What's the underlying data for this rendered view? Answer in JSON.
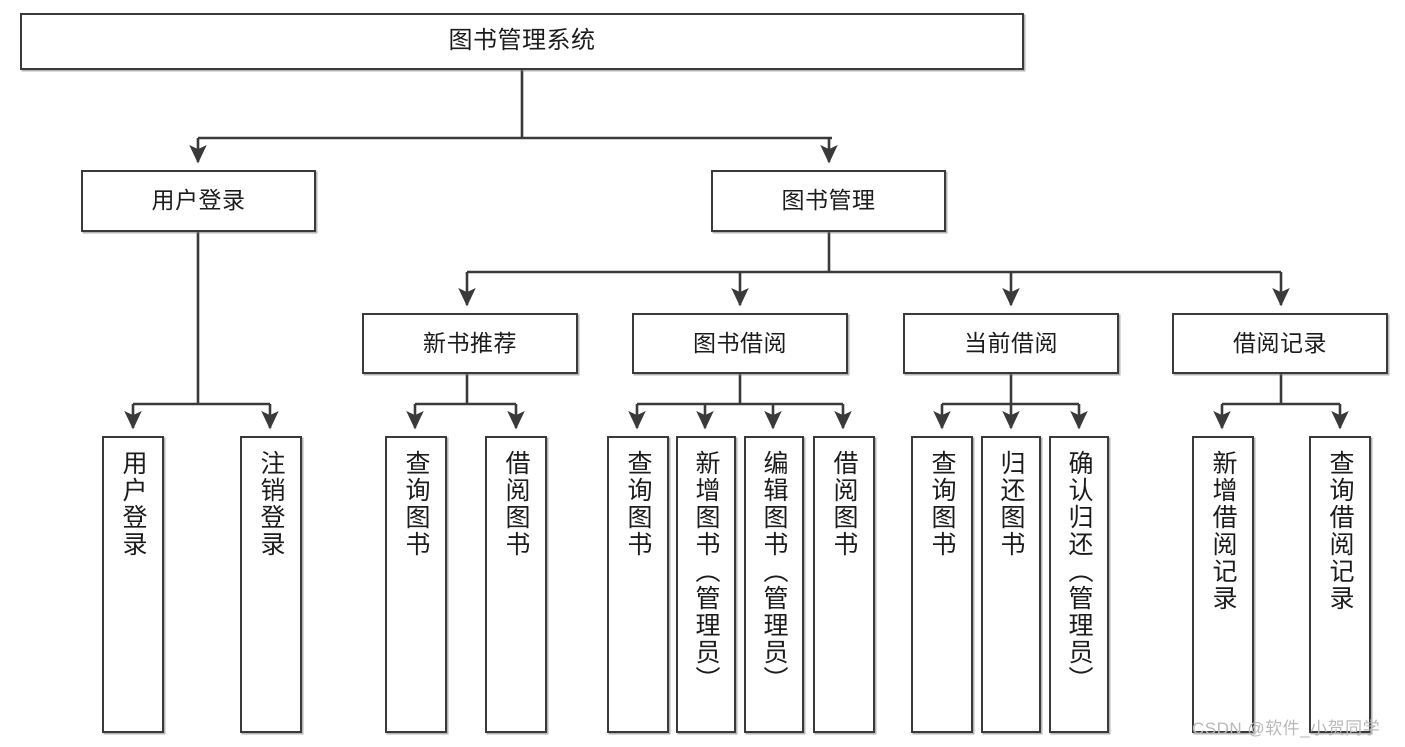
{
  "diagram": {
    "type": "tree",
    "title": "图书管理系统",
    "orientation": "top-down",
    "colors": {
      "stroke": "#3a3a3a",
      "fill": "#ffffff",
      "text": "#1c1c1c",
      "watermark": "#b9b9b9"
    },
    "nodes": {
      "root": {
        "label": "图书管理系统"
      },
      "level2": [
        {
          "label": "用户登录"
        },
        {
          "label": "图书管理"
        }
      ],
      "level3": [
        {
          "label": "新书推荐"
        },
        {
          "label": "图书借阅"
        },
        {
          "label": "当前借阅"
        },
        {
          "label": "借阅记录"
        }
      ],
      "leaves": [
        {
          "label": "用户登录",
          "parent": "用户登录"
        },
        {
          "label": "注销登录",
          "parent": "用户登录"
        },
        {
          "label": "查询图书",
          "parent": "新书推荐"
        },
        {
          "label": "借阅图书",
          "parent": "新书推荐"
        },
        {
          "label": "查询图书",
          "parent": "图书借阅"
        },
        {
          "label": "新增图书（管理员）",
          "parent": "图书借阅"
        },
        {
          "label": "编辑图书（管理员）",
          "parent": "图书借阅"
        },
        {
          "label": "借阅图书",
          "parent": "图书借阅"
        },
        {
          "label": "查询图书",
          "parent": "当前借阅"
        },
        {
          "label": "归还图书",
          "parent": "当前借阅"
        },
        {
          "label": "确认归还（管理员）",
          "parent": "当前借阅"
        },
        {
          "label": "新增借阅记录",
          "parent": "借阅记录"
        },
        {
          "label": "查询借阅记录",
          "parent": "借阅记录"
        }
      ]
    }
  },
  "watermark": {
    "text": "CSDN @软件_小贺同学"
  }
}
